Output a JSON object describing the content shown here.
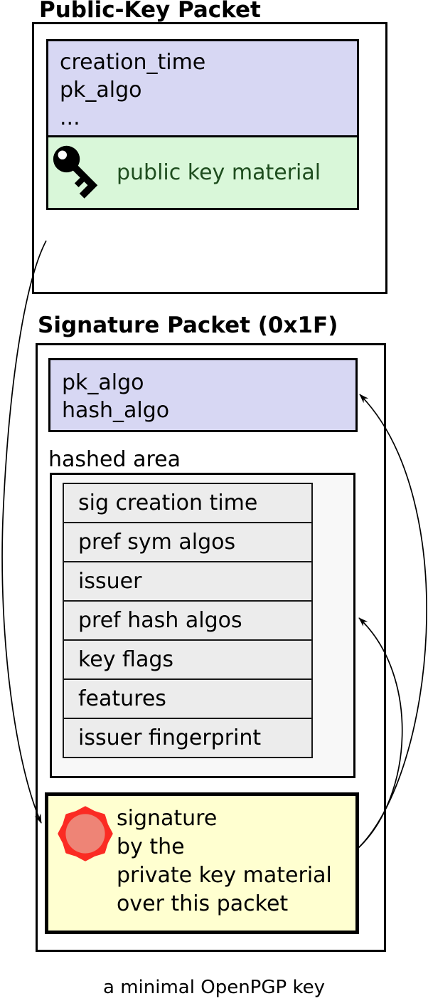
{
  "page": {
    "caption": "a minimal OpenPGP key"
  },
  "public_key_packet": {
    "title": "Public-Key Packet",
    "header_fields": [
      "creation_time",
      "pk_algo",
      "..."
    ],
    "key_material": {
      "icon": "key-icon",
      "label": "public key material"
    }
  },
  "signature_packet": {
    "title": "Signature Packet (0x1F)",
    "header_fields": [
      "pk_algo",
      "hash_algo"
    ],
    "hashed_area": {
      "label": "hashed area",
      "subpackets": [
        "sig creation time",
        "pref sym algos",
        "issuer",
        "pref hash algos",
        "key flags",
        "features",
        "issuer fingerprint"
      ]
    },
    "signature_block": {
      "icon": "seal-icon",
      "lines": [
        "signature",
        "by the",
        "private key material",
        "over this packet"
      ]
    }
  },
  "arrows": [
    {
      "name": "arrow-pubkey-to-signature",
      "from": "public-key packet",
      "to": "signature block"
    },
    {
      "name": "arrow-signature-to-header",
      "from": "signature block",
      "to": "pk_algo / hash_algo header"
    },
    {
      "name": "arrow-signature-to-hashed-area",
      "from": "signature block",
      "to": "hashed area"
    }
  ],
  "colors": {
    "header_fill": "#d7d7f3",
    "key_material_fill": "#d9f7d9",
    "key_material_text": "#1e4d1e",
    "hashed_area_fill": "#f8f8f8",
    "subpacket_fill": "#ececec",
    "signature_fill": "#ffffd0",
    "seal_outer": "#fb2b23",
    "seal_inner": "#ee8476",
    "line": "#000000"
  }
}
